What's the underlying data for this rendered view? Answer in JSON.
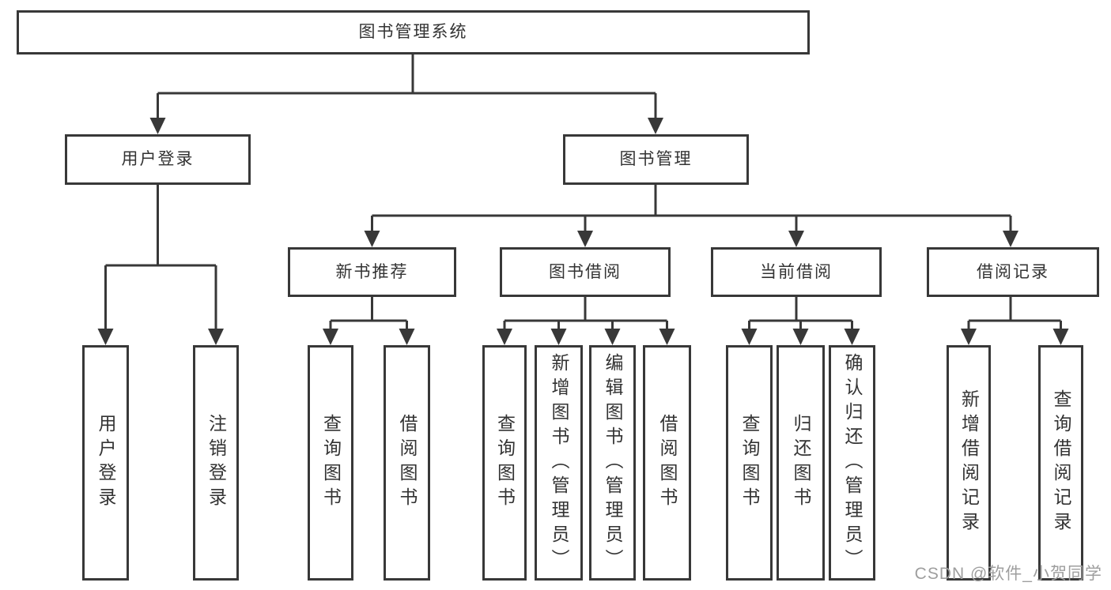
{
  "tree": {
    "label": "图书管理系统",
    "children": [
      {
        "label": "用户登录",
        "children": [
          {
            "label": "用户登录"
          },
          {
            "label": "注销登录"
          }
        ]
      },
      {
        "label": "图书管理",
        "children": [
          {
            "label": "新书推荐",
            "children": [
              {
                "label": "查询图书"
              },
              {
                "label": "借阅图书"
              }
            ]
          },
          {
            "label": "图书借阅",
            "children": [
              {
                "label": "查询图书"
              },
              {
                "label": "新增图书（管理员）"
              },
              {
                "label": "编辑图书（管理员）"
              },
              {
                "label": "借阅图书"
              }
            ]
          },
          {
            "label": "当前借阅",
            "children": [
              {
                "label": "查询图书"
              },
              {
                "label": "归还图书"
              },
              {
                "label": "确认归还（管理员）"
              }
            ]
          },
          {
            "label": "借阅记录",
            "children": [
              {
                "label": "新增借阅记录"
              },
              {
                "label": "查询借阅记录"
              }
            ]
          }
        ]
      }
    ]
  },
  "watermark": {
    "text": "CSDN @软件_小贺同学",
    "color": "#9e9e9e"
  },
  "style": {
    "line_color": "#383838",
    "text_color": "#333333",
    "box_background": "#ffffff"
  }
}
